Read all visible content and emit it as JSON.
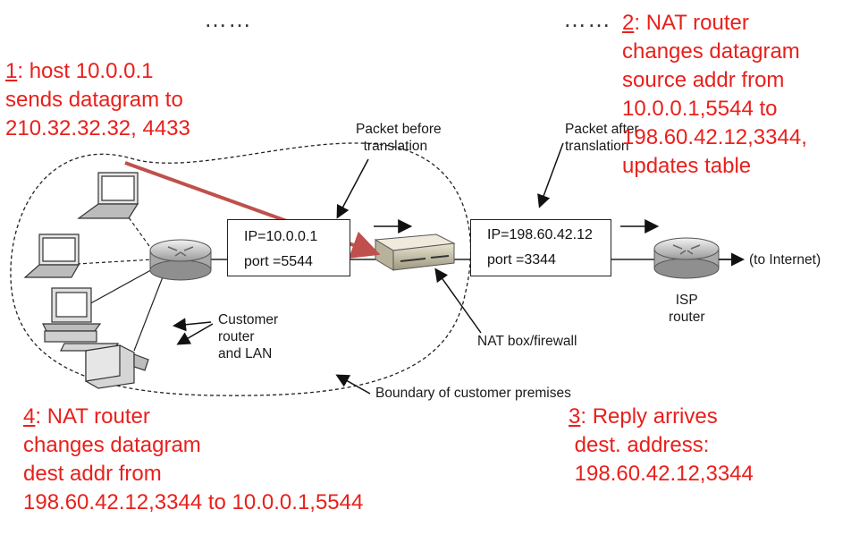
{
  "dots_left": "……",
  "dots_right": "……",
  "step1": {
    "num": "1",
    "text": ": host 10.0.0.1\nsends datagram to\n210.32.32.32, 4433"
  },
  "step2": {
    "num": "2",
    "text": ": NAT router\nchanges datagram\nsource addr from\n10.0.0.1,5544 to\n198.60.42.12,3344,\nupdates table"
  },
  "step3": {
    "num": "3",
    "text": ": Reply arrives\n dest. address:\n 198.60.42.12,3344"
  },
  "step4": {
    "num": "4",
    "text": ": NAT router\nchanges datagram\ndest addr from\n198.60.42.12,3344 to 10.0.0.1,5544"
  },
  "labels": {
    "packet_before": "Packet before\n  translation",
    "packet_after": "Packet after\ntranslation",
    "customer_router": "Customer\nrouter\nand LAN",
    "nat_box": "NAT box/firewall",
    "boundary": "Boundary of customer premises",
    "isp_router": "ISP\nrouter",
    "to_internet": "(to Internet)"
  },
  "packet_before": {
    "ip": "IP=10.0.0.1",
    "port": "port =5544"
  },
  "packet_after": {
    "ip": "IP=198.60.42.12",
    "port": "port =3344"
  },
  "colors": {
    "annotation": "#e8201c",
    "arrow": "#c0504d",
    "ink": "#1a1a1a"
  }
}
